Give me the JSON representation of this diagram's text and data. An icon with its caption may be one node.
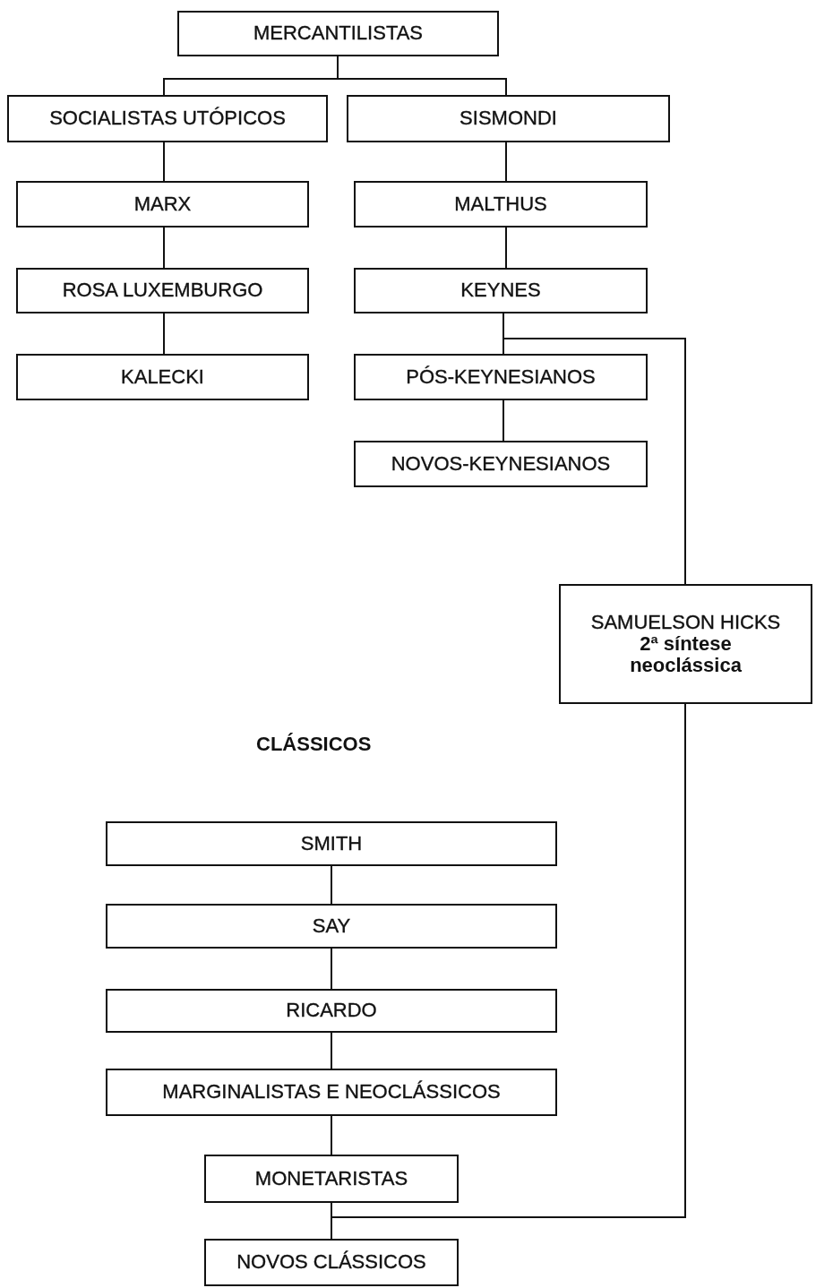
{
  "diagram": {
    "nodes": [
      {
        "text": [
          "MERCANTILISTAS"
        ]
      },
      {
        "text": [
          "SOCIALISTAS UTÓPICOS"
        ]
      },
      {
        "text": [
          "SISMONDI"
        ]
      },
      {
        "text": [
          "MARX"
        ]
      },
      {
        "text": [
          "ROSA LUXEMBURGO"
        ]
      },
      {
        "text": [
          "KALECKI"
        ]
      },
      {
        "text": [
          "MALTHUS"
        ]
      },
      {
        "text": [
          "KEYNES"
        ]
      },
      {
        "text": [
          "PÓS-KEYNESIANOS"
        ]
      },
      {
        "text": [
          "NOVOS-KEYNESIANOS"
        ]
      },
      {
        "text": [
          "SAMUELSON HICKS",
          "2ª síntese neoclássica"
        ]
      },
      {
        "text": [
          "SMITH"
        ]
      },
      {
        "text": [
          "SAY"
        ]
      },
      {
        "text": [
          "RICARDO"
        ]
      },
      {
        "text": [
          "MARGINALISTAS E NEOCLÁSSICOS"
        ]
      },
      {
        "text": [
          "MONETARISTAS"
        ]
      },
      {
        "text": [
          "NOVOS CLÁSSICOS"
        ]
      }
    ],
    "edges": [
      {
        "from": 0,
        "to": 1,
        "arrow": "none"
      },
      {
        "from": 0,
        "to": 2,
        "arrow": "none"
      },
      {
        "from": 1,
        "to": 3,
        "arrow": "none"
      },
      {
        "from": 3,
        "to": 4,
        "arrow": "none"
      },
      {
        "from": 4,
        "to": 5,
        "arrow": "none"
      },
      {
        "from": 2,
        "to": 6,
        "arrow": "none"
      },
      {
        "from": 6,
        "to": 7,
        "arrow": "none"
      },
      {
        "from": 7,
        "to": 8,
        "arrow": "none"
      },
      {
        "from": 8,
        "to": 9,
        "arrow": "none"
      },
      {
        "from": 7,
        "to": 10,
        "arrow": "none"
      },
      {
        "from": 10,
        "to": 16,
        "arrow": "none"
      },
      {
        "from": 11,
        "to": 12,
        "arrow": "none"
      },
      {
        "from": 12,
        "to": 13,
        "arrow": "none"
      },
      {
        "from": 13,
        "to": 14,
        "arrow": "none"
      },
      {
        "from": 14,
        "to": 15,
        "arrow": "none"
      },
      {
        "from": 15,
        "to": 16,
        "arrow": "none"
      }
    ],
    "labels": [
      "CLÁSSICOS"
    ]
  }
}
